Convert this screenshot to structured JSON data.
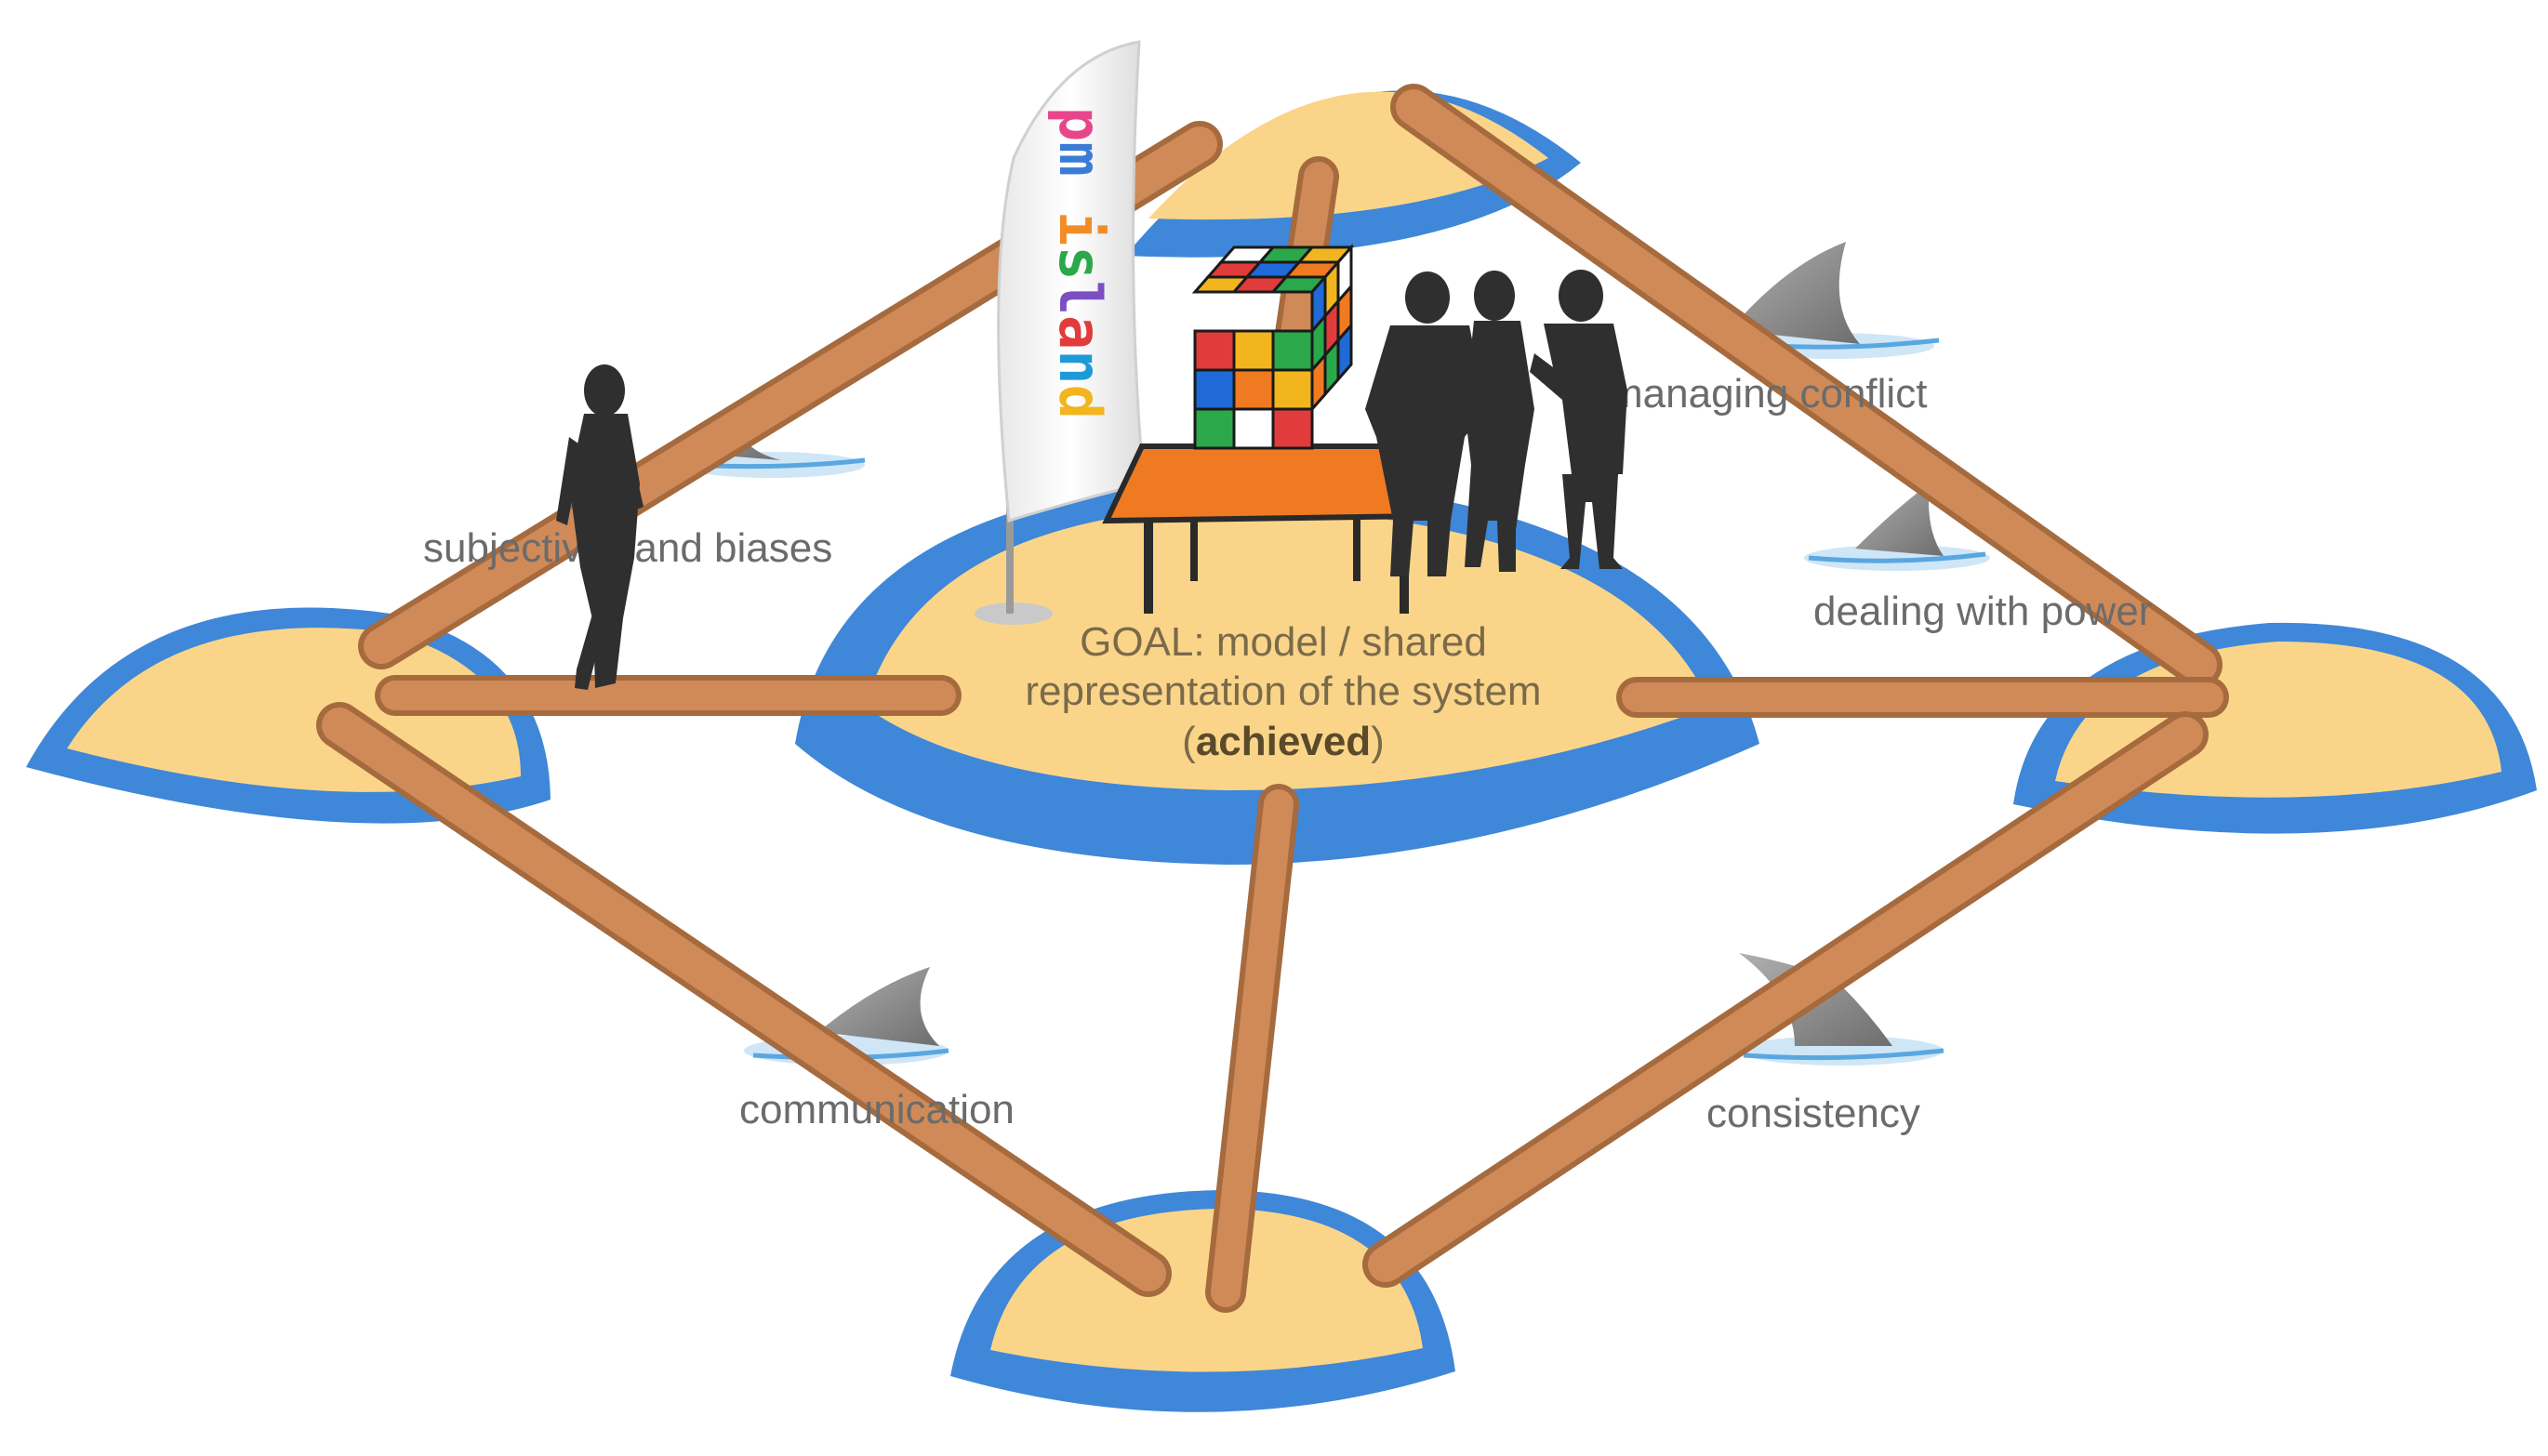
{
  "goal": {
    "line1": "GOAL: model / shared",
    "line2": "representation of the system",
    "open_paren": "(",
    "achieved": "achieved",
    "close_paren": ")"
  },
  "labels": {
    "subjectivity": "subjectivity and biases",
    "managing_conflict": "managing conflict",
    "dealing_with_power": "dealing with power",
    "communication": "communication",
    "consistency": "consistency"
  },
  "flag": {
    "text": "pm island",
    "letters": [
      "p",
      "m",
      " ",
      "i",
      "s",
      "l",
      "a",
      "n",
      "d"
    ],
    "letter_colors": [
      "#e8468a",
      "#3a7bd5",
      "#ffffff",
      "#f28c28",
      "#2aa84a",
      "#7b4fc2",
      "#e23b3b",
      "#1f9ad6",
      "#f2b51d"
    ]
  },
  "colors": {
    "sand": "#fad589",
    "water": "#3f87d8",
    "log": "#d08a58",
    "log_edge": "#a56a3e",
    "silhouette": "#2f2f2f",
    "table": "#ef7a22",
    "fin": "#8c8c8c"
  }
}
